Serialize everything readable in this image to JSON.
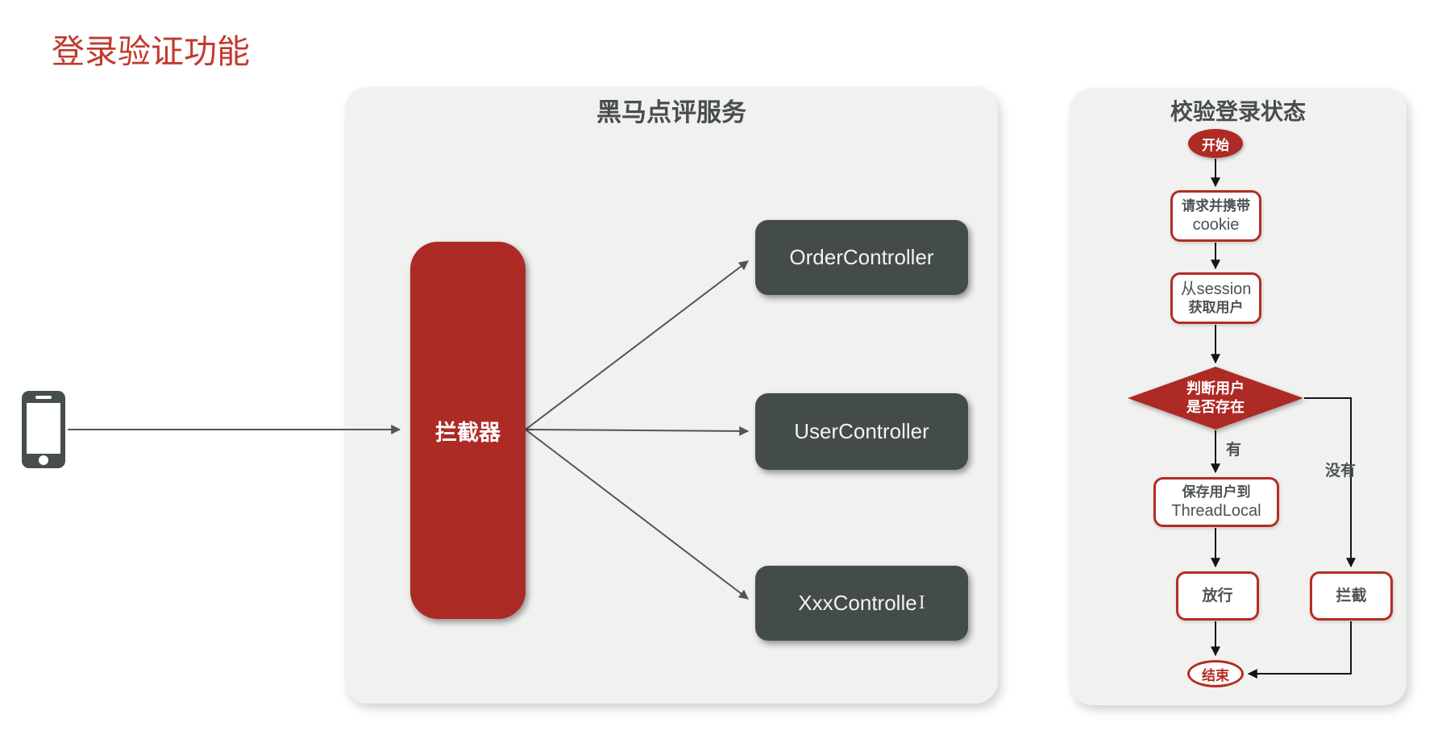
{
  "page": {
    "heading": "登录验证功能"
  },
  "main_panel": {
    "title": "黑马点评服务",
    "interceptor": {
      "label": "拦截器"
    },
    "controllers": [
      {
        "label": "OrderController"
      },
      {
        "label": "UserController"
      },
      {
        "label": "XxxControlle"
      }
    ],
    "text_cursor": "I"
  },
  "flow_panel": {
    "title": "校验登录状态",
    "start": {
      "label": "开始"
    },
    "request": {
      "lines": [
        "请求并携带",
        "cookie"
      ]
    },
    "session": {
      "lines": [
        "从session",
        "获取用户"
      ]
    },
    "decision": {
      "lines": [
        "判断用户",
        "是否存在"
      ]
    },
    "save": {
      "lines": [
        "保存用户到",
        "ThreadLocal"
      ]
    },
    "pass": {
      "label": "放行"
    },
    "intercept": {
      "label": "拦截"
    },
    "end": {
      "label": "结束"
    },
    "edge_labels": {
      "yes": "有",
      "no": "没有"
    }
  },
  "icons": {
    "phone": "smartphone-icon",
    "arrow_gray": "arrowhead-gray",
    "arrow_black": "arrowhead-black"
  },
  "colors": {
    "red_fill": "#ae2a25",
    "red_border": "#b52c24",
    "dark_box": "#434c48",
    "panel_bg": "#f1f1f0",
    "heading_red": "#c23a2d",
    "text_dark": "#4b5350",
    "line_gray": "#4f5754",
    "line_black": "#141414"
  }
}
